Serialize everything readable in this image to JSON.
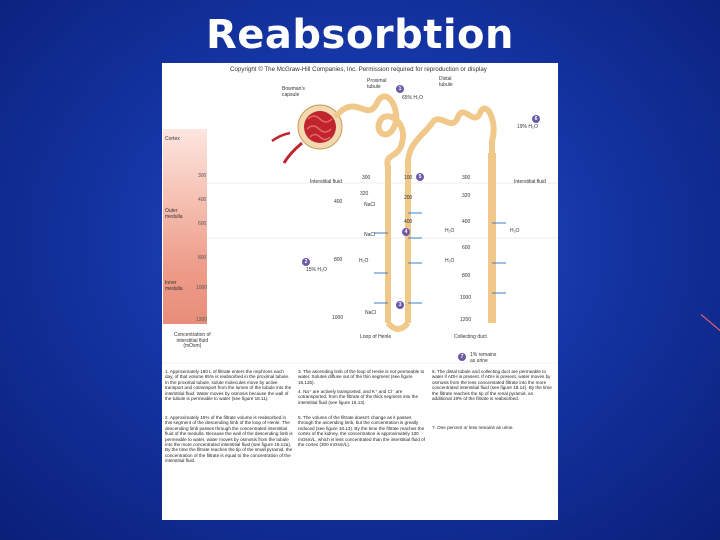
{
  "slide": {
    "title": "Reabsorbtion"
  },
  "figure": {
    "copyright": "Copyright © The McGraw-Hill Companies, Inc. Permission required for reproduction or display",
    "labels": {
      "bowmans": "Bowman's\ncapsule",
      "proximal": "Proximal\ntubule",
      "distal": "Distal\ntubule",
      "cortex": "Cortex",
      "outer_medulla": "Outer\nmedulla",
      "inner_medulla": "Inner\nmedulla",
      "interstitial_left": "Interstitial fluid",
      "interstitial_right": "Interstitial fluid",
      "concentration": "Concentration of\ninterstitial fluid\n(mOsm)",
      "loop": "Loop of Henle",
      "collecting": "Collecting duct",
      "pct65": "65% H₂O",
      "pct15": "15% H₂O",
      "pct19": "19% H₂O",
      "remains": "1% remains\nas urine",
      "nacl": "NaCl",
      "h2o": "H₂O"
    },
    "gradient_ticks": [
      "300",
      "400",
      "600",
      "800",
      "1000",
      "1200"
    ],
    "numbers": {
      "n300a": "300",
      "n320": "320",
      "n400a": "400",
      "n100": "100",
      "n200": "200",
      "n400b": "400",
      "n800": "800",
      "n1000": "1000",
      "r300": "300",
      "r320": "320",
      "r400": "400",
      "r600": "600",
      "r800": "800",
      "r1000": "1000",
      "r1200": "1200"
    },
    "steps": [
      "1",
      "2",
      "3",
      "4",
      "5",
      "6",
      "7"
    ],
    "notes": {
      "n1": "1. Approximately 180 L of filtrate enters the nephrons each day, of that volume 65% is reabsorbed in the proximal tubule. In the proximal tubule, solute molecules move by active transport and cotransport from the lumen of the tubule into the interstitial fluid. Water moves by osmosis because the wall of the tubule is permeable to water (see figure 18.11).",
      "n2": "2. Approximately 15% of the filtrate volume is reabsorbed in this segment of the descending limb of the loop of Henle. The descending limb passes through the concentrated interstitial fluid of the medulla. Because the wall of the descending limb is permeable to water, water moves by osmosis from the tubule into the more concentrated interstitial fluid (see figure 18.12a). By the time the filtrate reaches the tip of the small pyramid, the concentration of the filtrate is equal to the concentration of the interstitial fluid.",
      "n3": "3. The ascending limb of the loop of Henle is not permeable to water. Solutes diffuse out of the thin segment (see figure 18.12b).",
      "n4": "4. Na⁺ are actively transported, and K⁺ and Cl⁻ are cotransported, from the filtrate of the thick segment into the interstitial fluid (see figure 18.13).",
      "n5": "5. The volume of the filtrate doesn't change as it passes through the ascending limb, but the concentration is greatly reduced (see figure 18.13). By the time the filtrate reaches the cortex of the kidney, the concentration is approximately 100 mOsm/L, which is less concentrated than the interstitial fluid of the cortex (300 mOsm/L).",
      "n6": "6. The distal tubule and collecting duct are permeable to water if ADH is present. If ADH is present, water moves by osmosis from the less concentrated filtrate into the more concentrated interstitial fluid (see figure 18.14). By the time the filtrate reaches the tip of the renal pyramid, an additional 19% of the filtrate is reabsorbed.",
      "n7": "7. One percent or less remains as urine."
    }
  },
  "colors": {
    "background": "#1536a6",
    "title": "#ffffff",
    "tubule": "#f0c98a",
    "glomerulus": "#c0242c",
    "badge": "#6c5aa6"
  }
}
